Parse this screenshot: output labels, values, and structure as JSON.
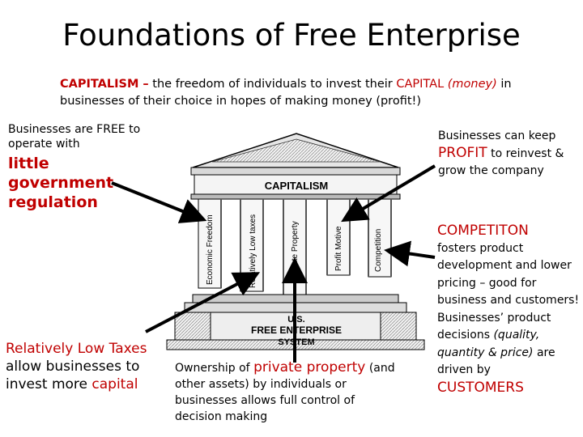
{
  "title": "Foundations of Free Enterprise",
  "intro": {
    "term": "CAPITALISM –",
    "text1": "the freedom of individuals to invest their",
    "capital": "CAPITAL",
    "money": "(money)",
    "text2": "in businesses of their choice in hopes of making money (profit!)"
  },
  "left_top": {
    "line": "Businesses are FREE to operate with",
    "emphasis": "little government regulation"
  },
  "left_bottom": {
    "a": "Relatively Low Taxes",
    "b": "allow businesses to invest more",
    "c": "capital"
  },
  "mid_bottom": {
    "a": "Ownership of",
    "b": "private property",
    "c": "(and other assets) by individuals or businesses allows full control of decision making"
  },
  "right_top": {
    "a": "Businesses can keep",
    "b": "PROFIT",
    "c": "to reinvest & grow the company"
  },
  "right_bottom": {
    "head": "COMPETITON",
    "text": "fosters product development and lower pricing – good for business and customers! Businesses’ product decisions",
    "ital": "(quality, quantity & price)",
    "text2": "are driven by",
    "foot": "CUSTOMERS"
  },
  "temple": {
    "roof_label": "CAPITALISM",
    "base_label_1": "U.S.",
    "base_label_2": "FREE ENTERPRISE",
    "base_label_3": "SYSTEM",
    "pillars": [
      "Economic Freedom",
      "Relatively Low taxes",
      "Private Property",
      "Profit Motive",
      "Competition"
    ]
  }
}
